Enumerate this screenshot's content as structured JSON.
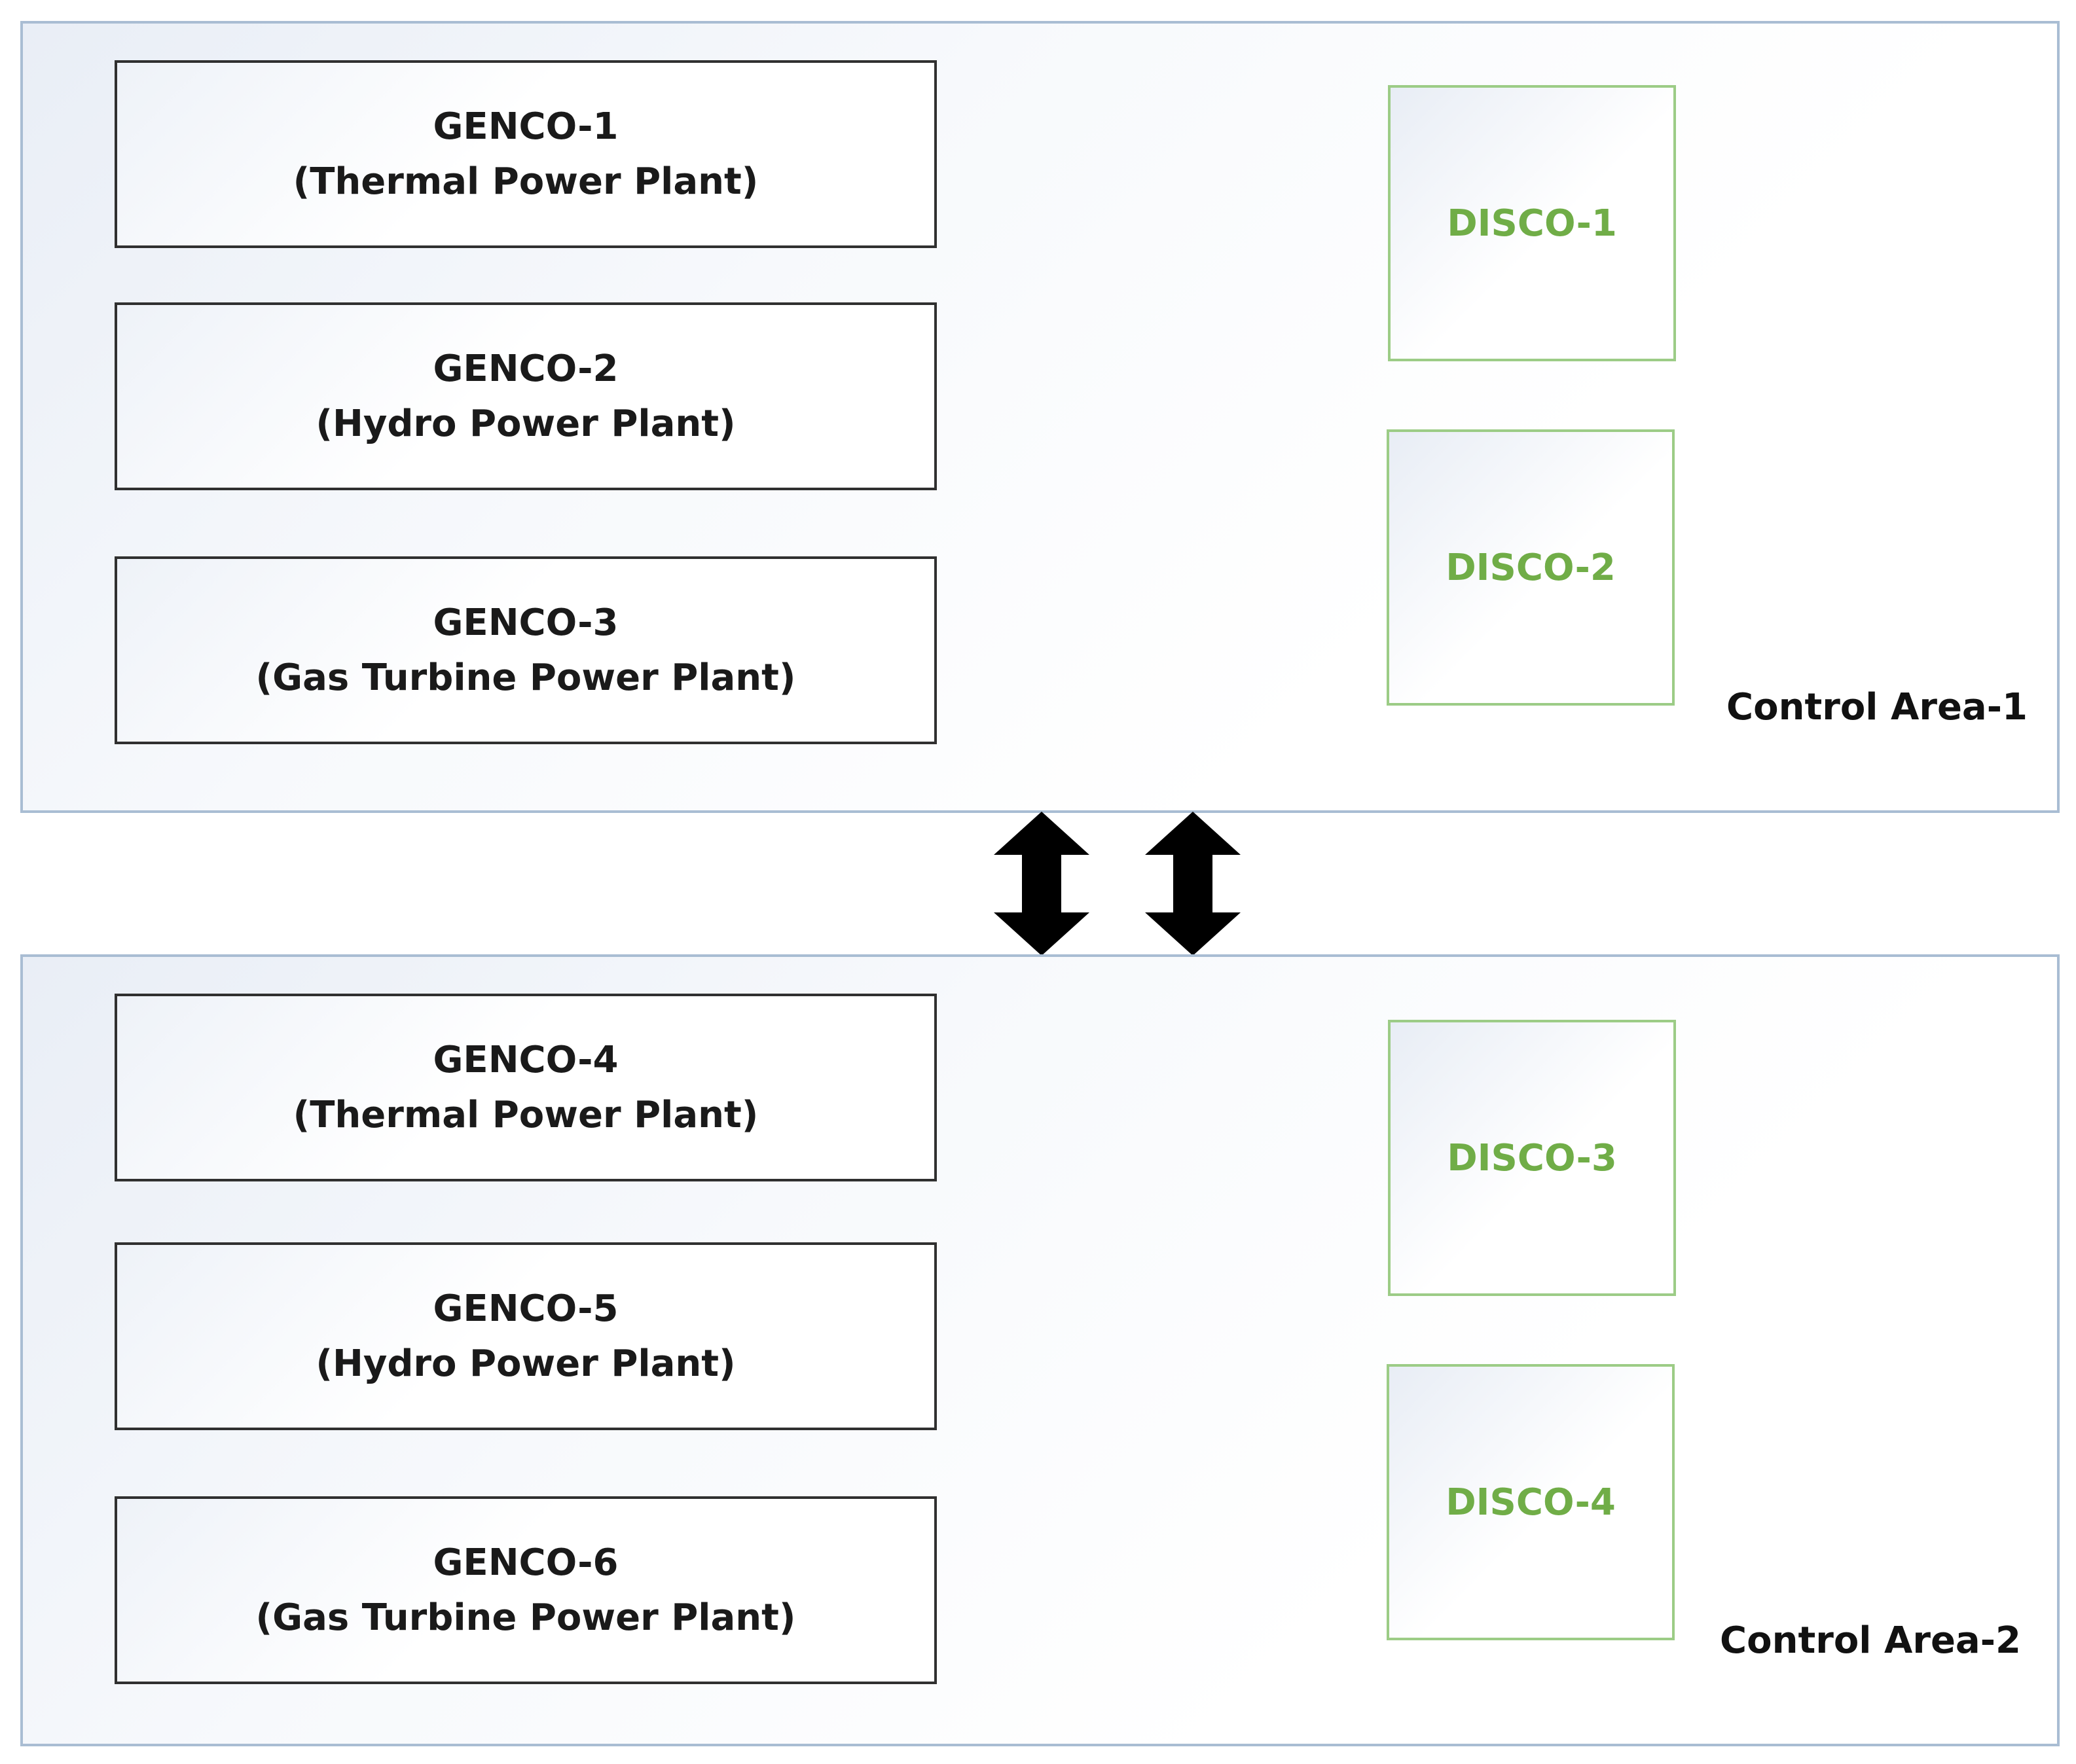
{
  "areas": [
    {
      "label": "Control Area-1",
      "gencos": [
        {
          "name": "GENCO-1",
          "type": "(Thermal Power Plant)"
        },
        {
          "name": "GENCO-2",
          "type": "(Hydro Power Plant)"
        },
        {
          "name": "GENCO-3",
          "type": "(Gas Turbine Power Plant)"
        }
      ],
      "discos": [
        "DISCO-1",
        "DISCO-2"
      ]
    },
    {
      "label": "Control Area-2",
      "gencos": [
        {
          "name": "GENCO-4",
          "type": "(Thermal Power Plant)"
        },
        {
          "name": "GENCO-5",
          "type": "(Hydro Power Plant)"
        },
        {
          "name": "GENCO-6",
          "type": "(Gas Turbine Power Plant)"
        }
      ],
      "discos": [
        "DISCO-3",
        "DISCO-4"
      ]
    }
  ],
  "connectors": {
    "icon": "double-headed-arrow-icon",
    "count": 2
  },
  "colors": {
    "area_border": "#a9bdd3",
    "genco_border": "#303030",
    "disco_border": "#9ccc86",
    "disco_text": "#70ad47",
    "arrow_fill": "#000000"
  }
}
